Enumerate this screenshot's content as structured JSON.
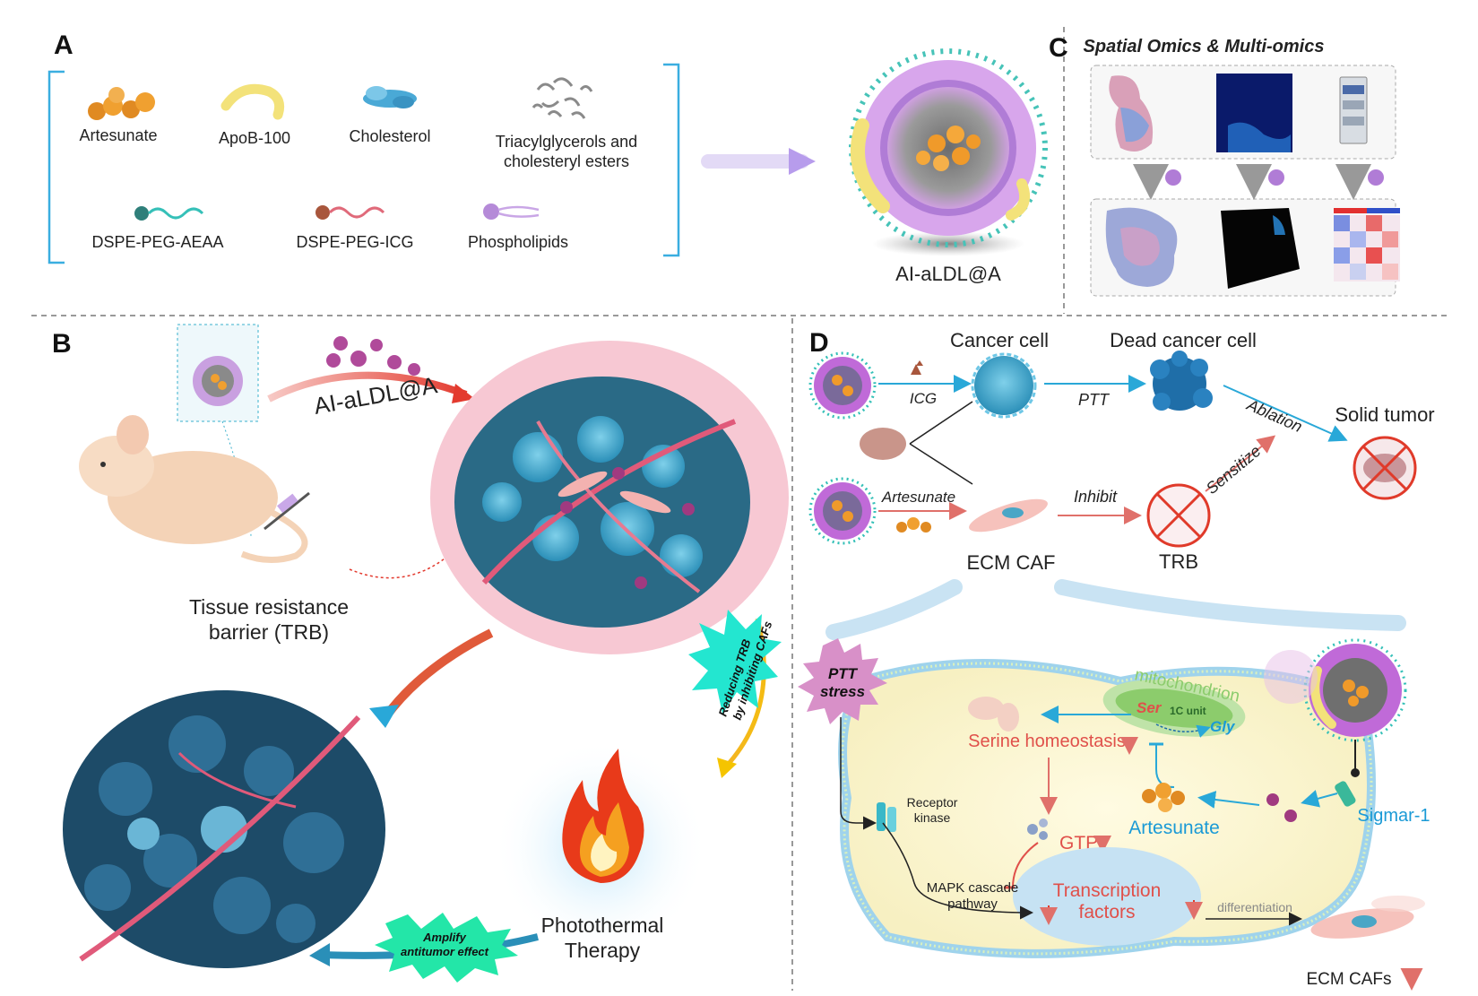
{
  "panels": {
    "a": "A",
    "b": "B",
    "c": "C",
    "d": "D"
  },
  "panel_a": {
    "components": [
      "Artesunate",
      "ApoB-100",
      "Cholesterol",
      "Triacylglycerols and",
      "cholesteryl esters",
      "DSPE-PEG-AEAA",
      "DSPE-PEG-ICG",
      "Phospholipids"
    ],
    "product": "AI-aLDL@A"
  },
  "panel_c": {
    "title": "Spatial Omics & Multi-omics"
  },
  "panel_b": {
    "injection_label": "AI-aLDL@A",
    "trb_line1": "Tissue resistance",
    "trb_line2": "barrier (TRB)",
    "reduce_line1": "Reducing TRB",
    "reduce_line2": "by inhibiting CAFs",
    "amplify_line1": "Amplify",
    "amplify_line2": "antitumor effect",
    "ptt_line1": "Photothermal",
    "ptt_line2": "Therapy"
  },
  "panel_d": {
    "cancer_cell": "Cancer cell",
    "dead_cancer_cell": "Dead cancer cell",
    "icg": "ICG",
    "ptt": "PTT",
    "ablation": "Ablation",
    "solid_tumor": "Solid tumor",
    "artesunate_top": "Artesunate",
    "inhibit": "Inhibit",
    "sensitize": "Sensitize",
    "ecm_caf": "ECM CAF",
    "trb": "TRB",
    "ptt_stress_1": "PTT",
    "ptt_stress_2": "stress",
    "mitochondrion": "mitochondrion",
    "ser": "Ser",
    "one_c_unit": "1C unit",
    "gly": "Gly",
    "serine_homeostasis": "Serine homeostasis",
    "receptor_line1": "Receptor",
    "receptor_line2": "kinase",
    "gtp": "GTP",
    "artesunate_cell": "Artesunate",
    "sigmar": "Sigmar-1",
    "mapk_line1": "MAPK cascade",
    "mapk_line2": "pathway",
    "tf_line1": "Transcription",
    "tf_line2": "factors",
    "differentiation": "differentiation",
    "ecm_cafs": "ECM CAFs"
  },
  "colors": {
    "blue_arrow": "#29a8d8",
    "red_arrow": "#e0706a",
    "red_text": "#e0504a",
    "blue_text": "#1a9ad6",
    "bracket": "#3aaee0"
  }
}
